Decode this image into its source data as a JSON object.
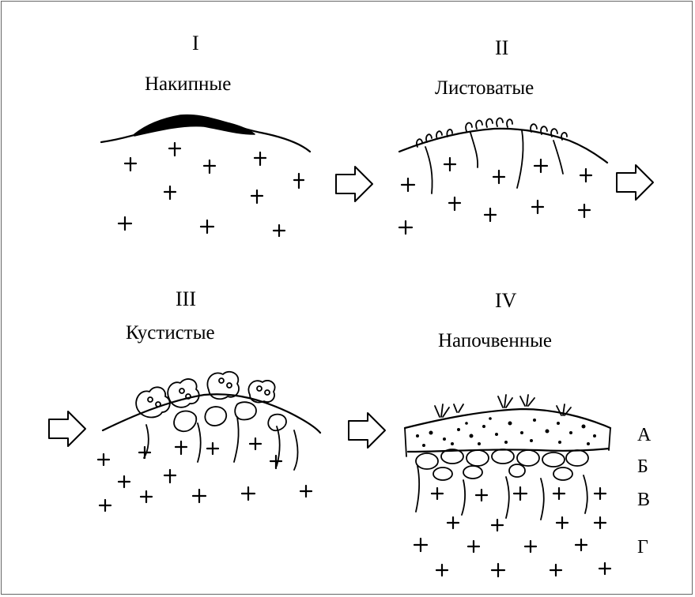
{
  "stages": [
    {
      "numeral": "I",
      "name": "Накипные"
    },
    {
      "numeral": "II",
      "name": "Листоватые"
    },
    {
      "numeral": "III",
      "name": "Кустистые"
    },
    {
      "numeral": "IV",
      "name": "Напочвенные"
    }
  ],
  "horizons": [
    "А",
    "Б",
    "В",
    "Г"
  ],
  "colors": {
    "ink": "#000000",
    "frame": "#666666",
    "background": "#ffffff"
  }
}
